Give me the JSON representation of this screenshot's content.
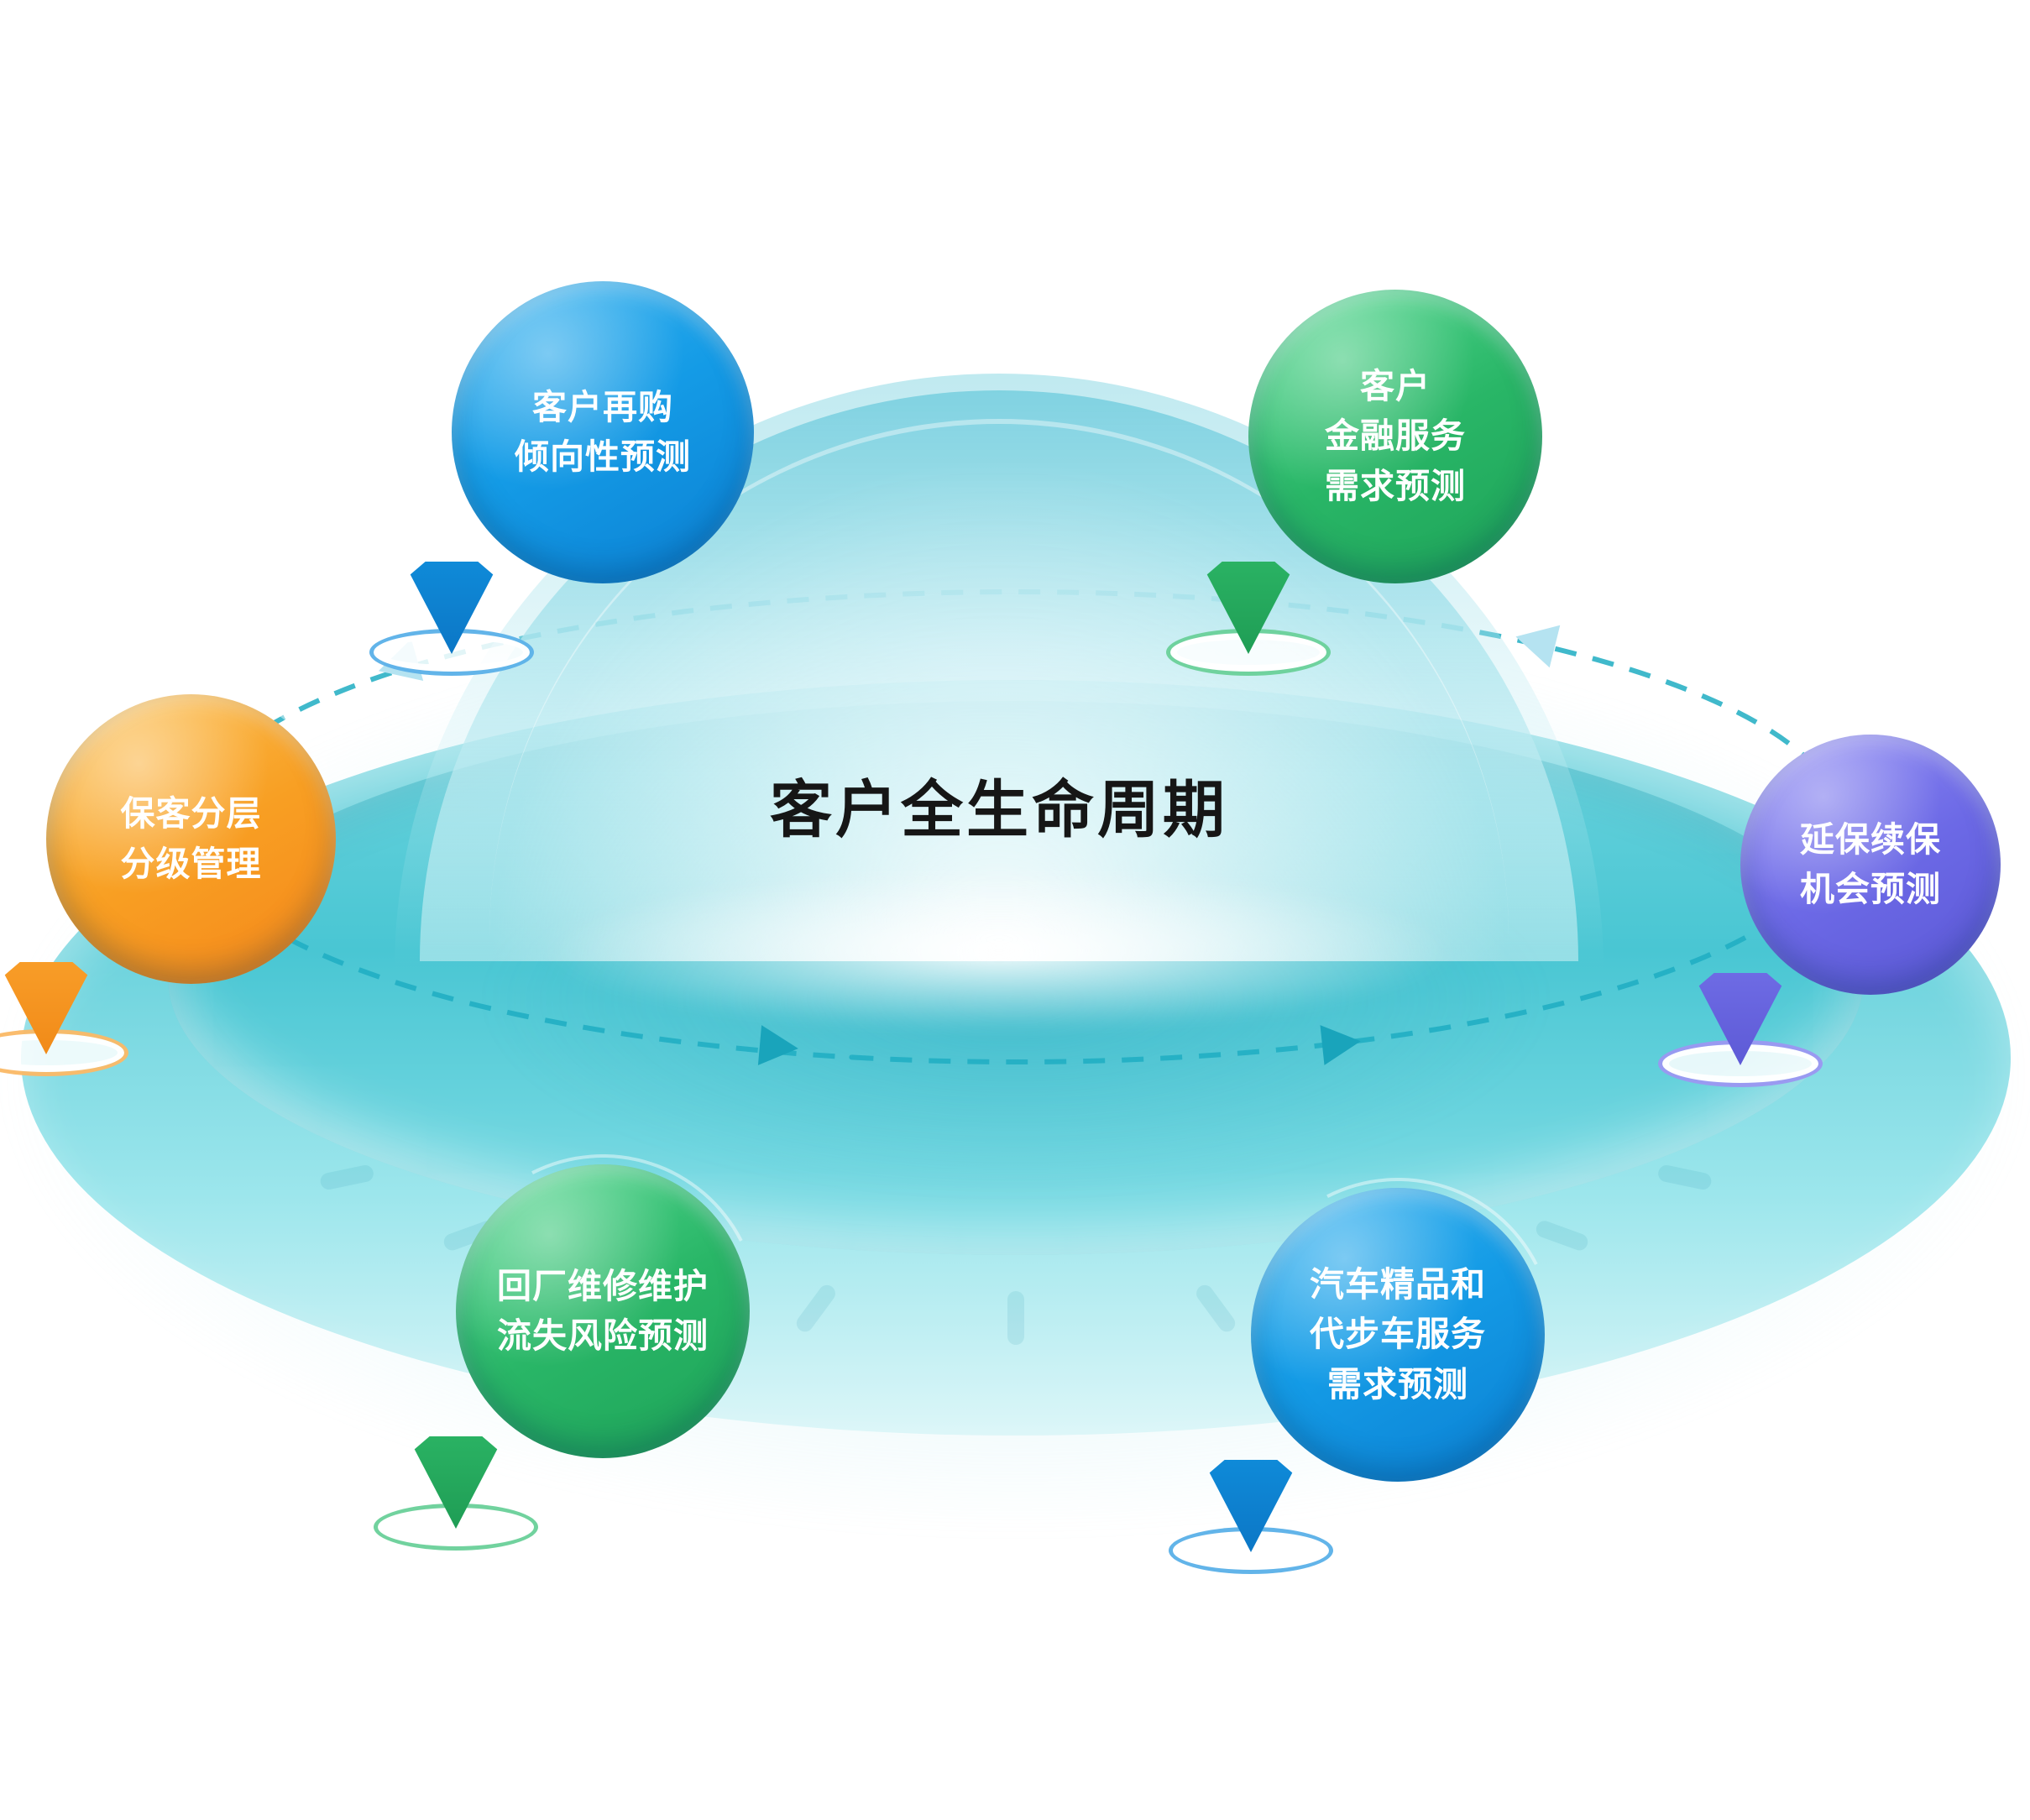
{
  "title": "客户全生命周期",
  "balloons": [
    {
      "id": "repurchase",
      "color": "blue",
      "lines": [
        "客户再购",
        "倾向性预测"
      ]
    },
    {
      "id": "finance",
      "color": "green",
      "lines": [
        "客户",
        "金融服务",
        "需求预测"
      ]
    },
    {
      "id": "retention",
      "color": "orange",
      "lines": [
        "保客分层",
        "分级管理"
      ]
    },
    {
      "id": "warranty",
      "color": "purple",
      "lines": [
        "延保续保",
        "机会预测"
      ]
    },
    {
      "id": "maintenance",
      "color": "green",
      "lines": [
        "回厂维修维护",
        "流失风险预测"
      ]
    },
    {
      "id": "accessories",
      "color": "blue",
      "lines": [
        "汽车精品和",
        "代步车服务",
        "需求预测"
      ]
    }
  ],
  "colors": {
    "platform_teal": "#49c6d3",
    "orbit_dash": "#1fadc2",
    "balloon_blue": "#0f8ad8",
    "balloon_green": "#27b05f",
    "balloon_orange": "#f79a26",
    "balloon_purple": "#6c6ae4",
    "title_text": "#161616"
  }
}
